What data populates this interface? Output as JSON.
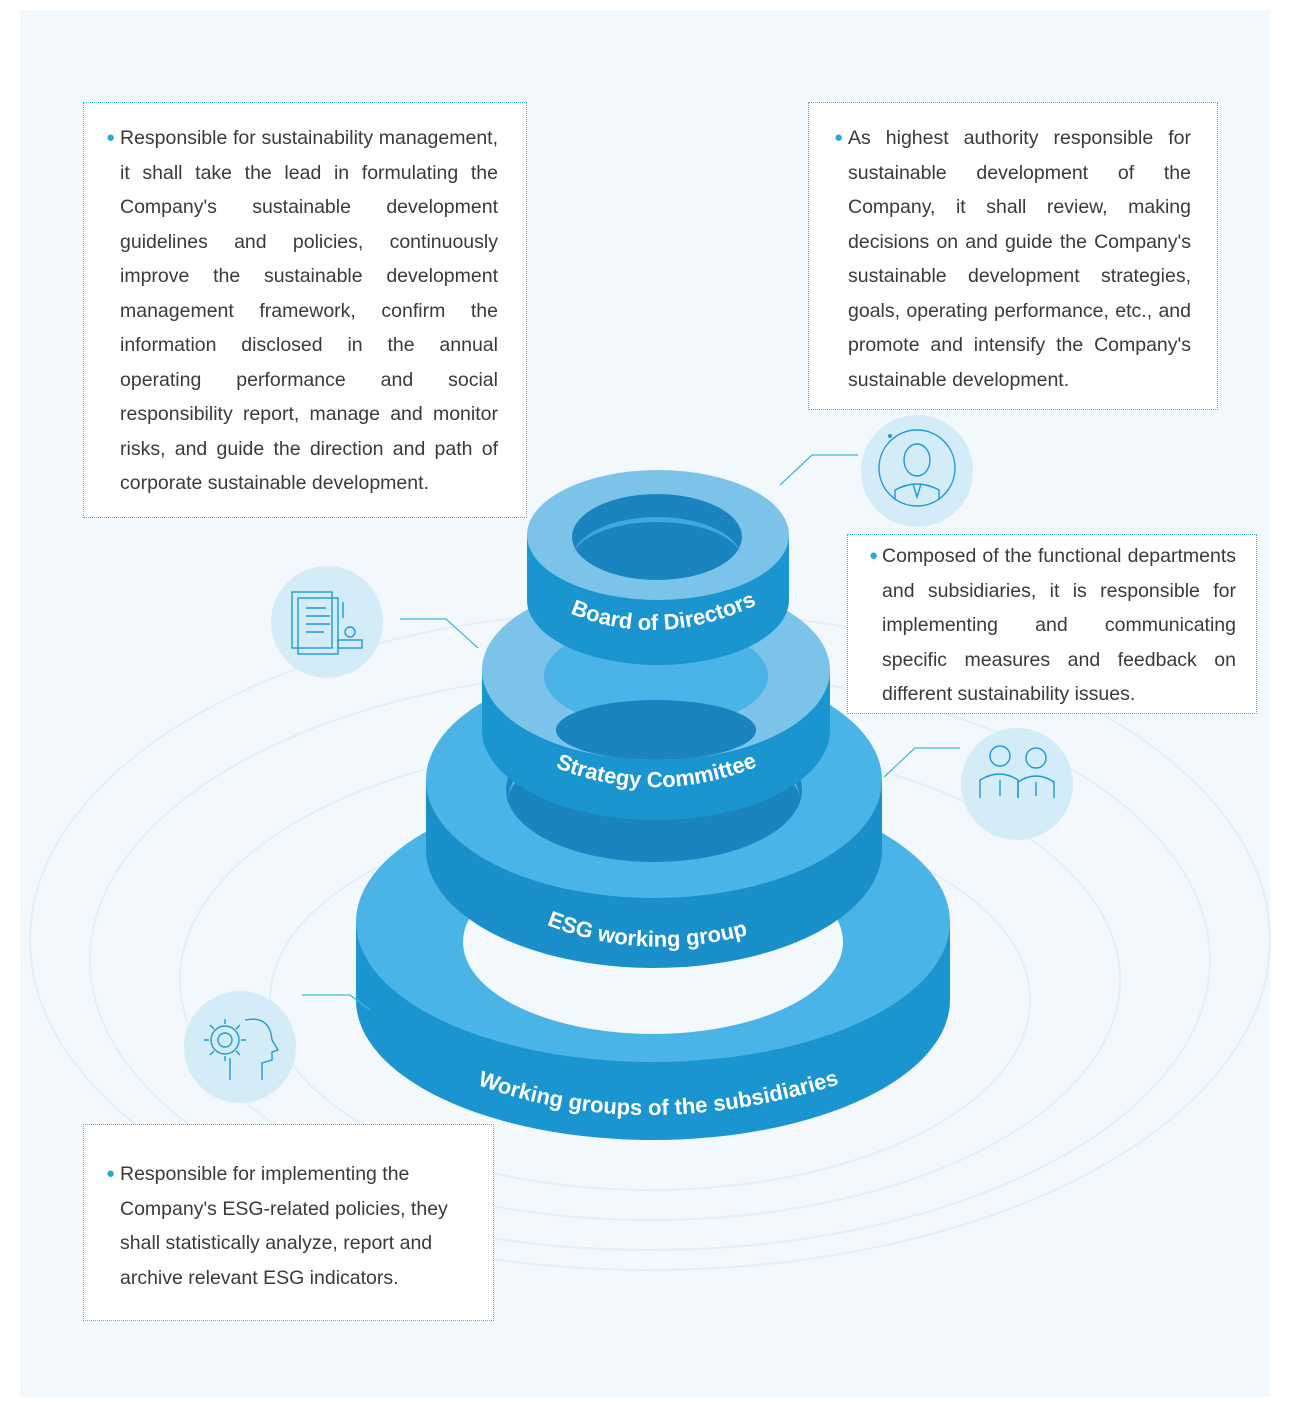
{
  "descriptions": {
    "top_left": "Responsible for sustainability management, it shall take the lead in formulating the Company's sustainable development guidelines and policies, continuously improve the sustainable development management framework, confirm the information disclosed in the annual operating performance and social responsibility report, manage and monitor risks, and guide the direction and path of corporate sustainable development.",
    "top_right": "As highest authority responsible for sustainable development of the Company, it shall review, making decisions on and guide the Company's sustainable development strategies, goals, operating performance, etc., and promote and intensify the Company's sustainable development.",
    "middle_right": "Composed of the functional departments and subsidiaries, it is responsible for implementing and communicating specific measures and feedback on different sustainability issues.",
    "bottom_left": "Responsible for implementing the Company's ESG-related policies, they shall statistically analyze, report and archive relevant ESG indicators."
  },
  "tiers": {
    "board": "Board of Directors",
    "strategy": "Strategy Committee",
    "esg": "ESG working group",
    "subsidiaries": "Working groups of the subsidiaries"
  },
  "icons": {
    "board": "executive-icon",
    "strategy": "document-stamp-icon",
    "esg": "team-icon",
    "subsidiaries": "gear-head-icon"
  },
  "colors": {
    "ring_top_light": "#7cc3ea",
    "ring_top_mid": "#4db6e6",
    "ring_side": "#1a95cf",
    "ring_hole": "#1a84bf",
    "icon_circle": "#d4ecf8",
    "border": "#3eb7d8"
  }
}
